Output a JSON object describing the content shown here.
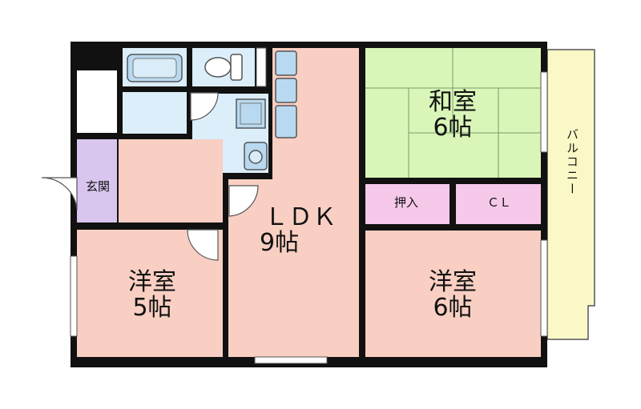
{
  "rooms": {
    "washitsu": {
      "name": "和室",
      "size": "6帖"
    },
    "ldk": {
      "name": "ＬＤＫ",
      "size": "9帖"
    },
    "youshitsu_left": {
      "name": "洋室",
      "size": "5帖"
    },
    "youshitsu_right": {
      "name": "洋室",
      "size": "6帖"
    },
    "genkan": {
      "name": "玄関"
    },
    "oshiire": {
      "name": "押入"
    },
    "closet": {
      "name": "ＣＬ"
    },
    "balcony": {
      "name": "バルコニー"
    }
  },
  "colors": {
    "room_pink": "#f8cfc2",
    "tatami_green": "#d9f5b8",
    "entrance_purple": "#d8c6ef",
    "storage_pink": "#f6c8ea",
    "wet_area_blue": "#dbeefa",
    "fixture_blue": "#b9d9f0",
    "balcony_yellow": "#fbf8c8",
    "wall": "#111111"
  }
}
